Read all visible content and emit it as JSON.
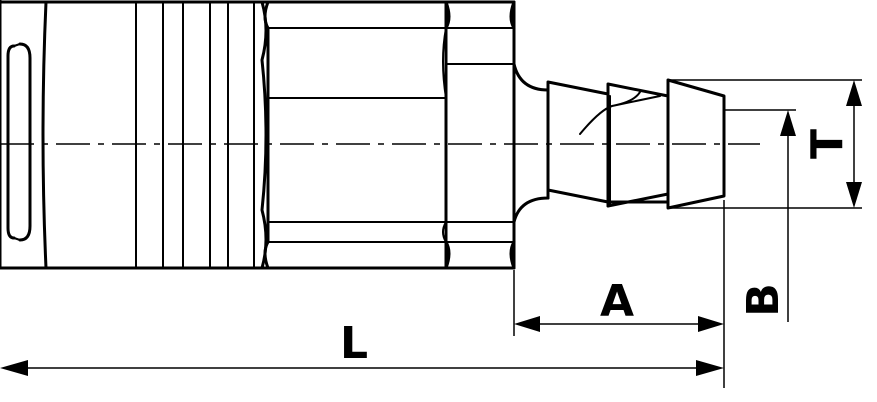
{
  "dimensions": {
    "length": "L",
    "shank_length": "A",
    "hose_barb_diameter": "T",
    "bore_diameter": "B"
  }
}
